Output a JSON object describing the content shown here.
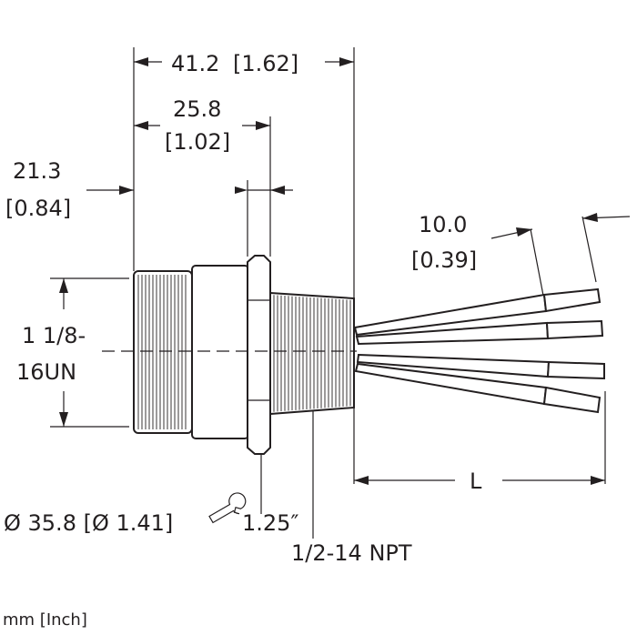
{
  "drawing": {
    "dim_total_mm": "41.2",
    "dim_total_in": "[1.62]",
    "dim_body_mm": "25.8",
    "dim_body_in": "[1.02]",
    "dim_front_mm": "21.3",
    "dim_front_in": "[0.84]",
    "dim_strip_mm": "10.0",
    "dim_strip_in": "[0.39]",
    "thread_line1": "1 1/8-",
    "thread_line2": "16UN",
    "diameter": "Ø 35.8 [Ø 1.41]",
    "wrench": "1.25″",
    "npt": "1/2-14 NPT",
    "length": "L",
    "units": "mm [Inch]"
  },
  "colors": {
    "line": "#231f20",
    "background": "#ffffff"
  }
}
